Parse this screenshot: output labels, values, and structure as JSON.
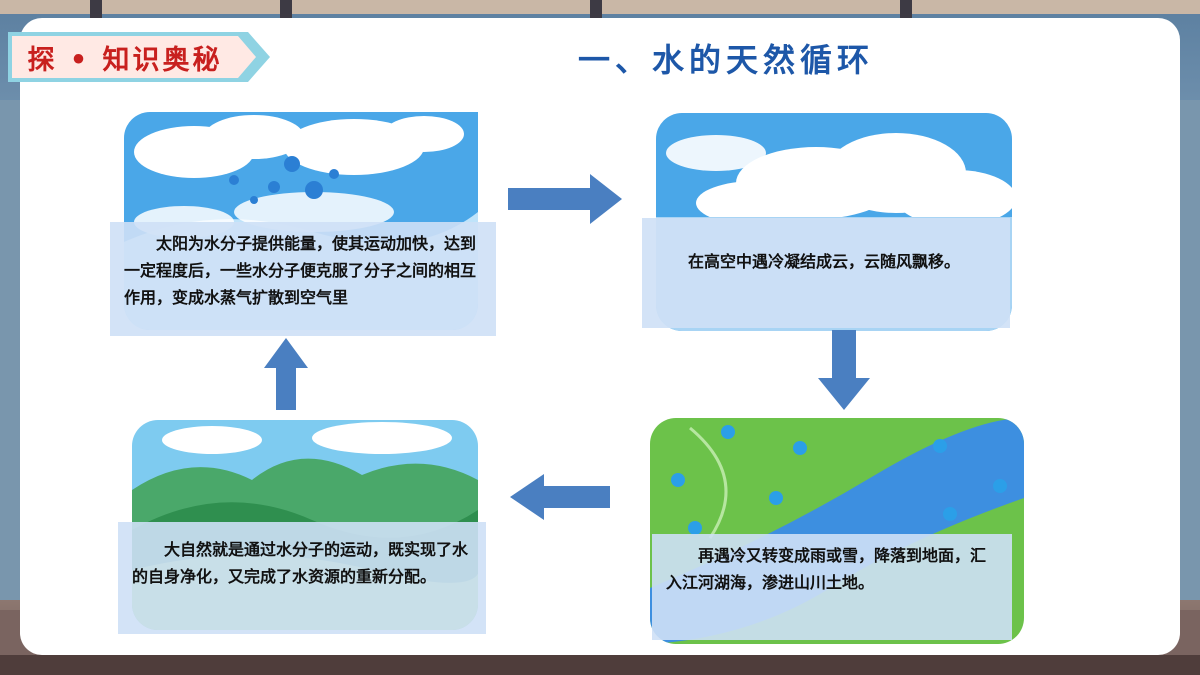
{
  "header": {
    "tag_label": "探 • 知识奥秘",
    "title": "一、水的天然循环"
  },
  "cycle": {
    "evaporation_text": "太阳为水分子提供能量，使其运动加快，达到一定程度后，一些水分子便克服了分子之间的相互作用，变成水蒸气扩散到空气里",
    "condensation_text": "在高空中遇冷凝结成云，云随风飘移。",
    "precipitation_text": "再遇冷又转变成雨或雪，降落到地面，汇入江河湖海，渗进山川土地。",
    "purification_text": "大自然就是通过水分子的运动，既实现了水的自身净化，又完成了水资源的重新分配。"
  },
  "colors": {
    "title_blue": "#1d57a8",
    "tag_red": "#c8201e",
    "arrow_blue": "#4a7fc1",
    "sky_blue": "#4aa7e8",
    "grass_green": "#6cc24a",
    "river_blue": "#3d8fe0"
  },
  "icons": {
    "flow_arrows": "arrow-right, arrow-down, arrow-left, arrow-up"
  }
}
